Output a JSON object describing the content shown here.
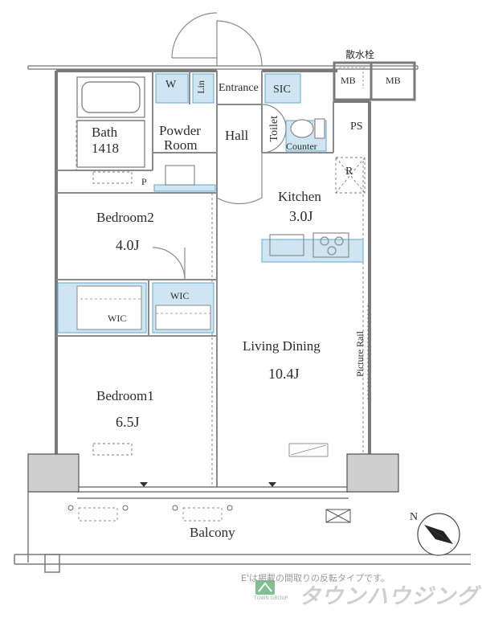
{
  "rooms": {
    "bath": {
      "name": "Bath",
      "size": "1418"
    },
    "powder_room": {
      "line1": "Powder",
      "line2": "Room"
    },
    "washer": "W",
    "linen": "Lin",
    "entrance": "Entrance",
    "sic": "SIC",
    "hall": "Hall",
    "toilet": "Toilet",
    "counter": "Counter",
    "ps": "PS",
    "refrigerator": "R",
    "pantry": "P",
    "mb_left": "MB",
    "mb_right": "MB",
    "sprinkler_tap": "散水栓",
    "kitchen": {
      "name": "Kitchen",
      "size": "3.0J"
    },
    "bedroom2": {
      "name": "Bedroom2",
      "size": "4.0J"
    },
    "wic_left": "WIC",
    "wic_right": "WIC",
    "living_dining": {
      "name": "Living Dining",
      "size": "10.4J"
    },
    "picture_rail": "Picture Rail",
    "bedroom1": {
      "name": "Bedroom1",
      "size": "6.5J"
    },
    "balcony": "Balcony"
  },
  "compass": {
    "label": "N"
  },
  "footer": {
    "note": "E'は掲載の間取りの反転タイプです。",
    "brand": "タウンハウジング",
    "logo_caption": "TOWN GROUP"
  },
  "colors": {
    "wall": "#8a8a8a",
    "fixture_blue": "#cfe6f2",
    "fixture_edge": "#5aa9d6"
  }
}
